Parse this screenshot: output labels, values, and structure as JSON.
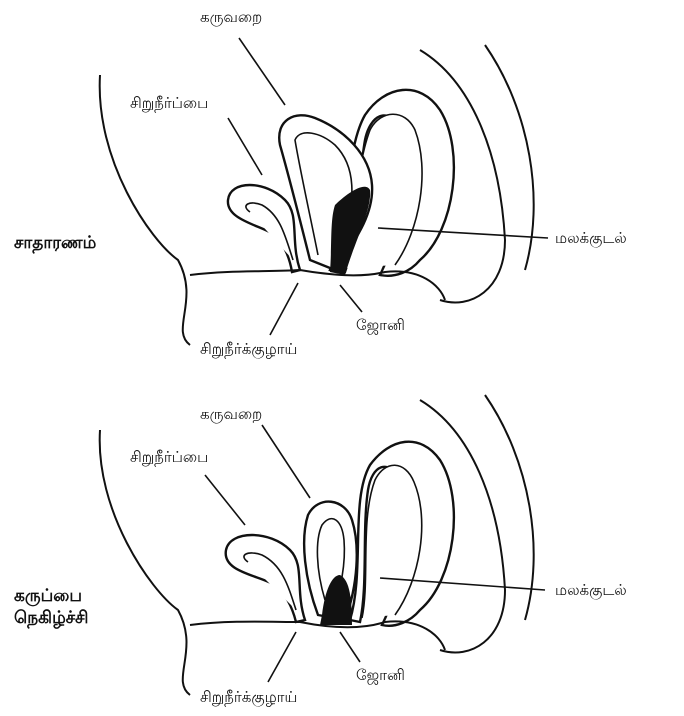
{
  "panels": [
    {
      "side_label": [
        "சாதாரணம்"
      ],
      "labels": {
        "uterus": "கருவறை",
        "bladder": "சிறுநீர்ப்பை",
        "rectum": "மலக்குடல்",
        "vagina": "ஜோனி",
        "urethra": "சிறுநீர்க்குழாய்"
      }
    },
    {
      "side_label": [
        "கருப்பை",
        "நெகிழ்ச்சி"
      ],
      "labels": {
        "uterus": "கருவறை",
        "bladder": "சிறுநீர்ப்பை",
        "rectum": "மலக்குடல்",
        "vagina": "ஜோனி",
        "urethra": "சிறுநீர்க்குழாய்"
      }
    }
  ]
}
